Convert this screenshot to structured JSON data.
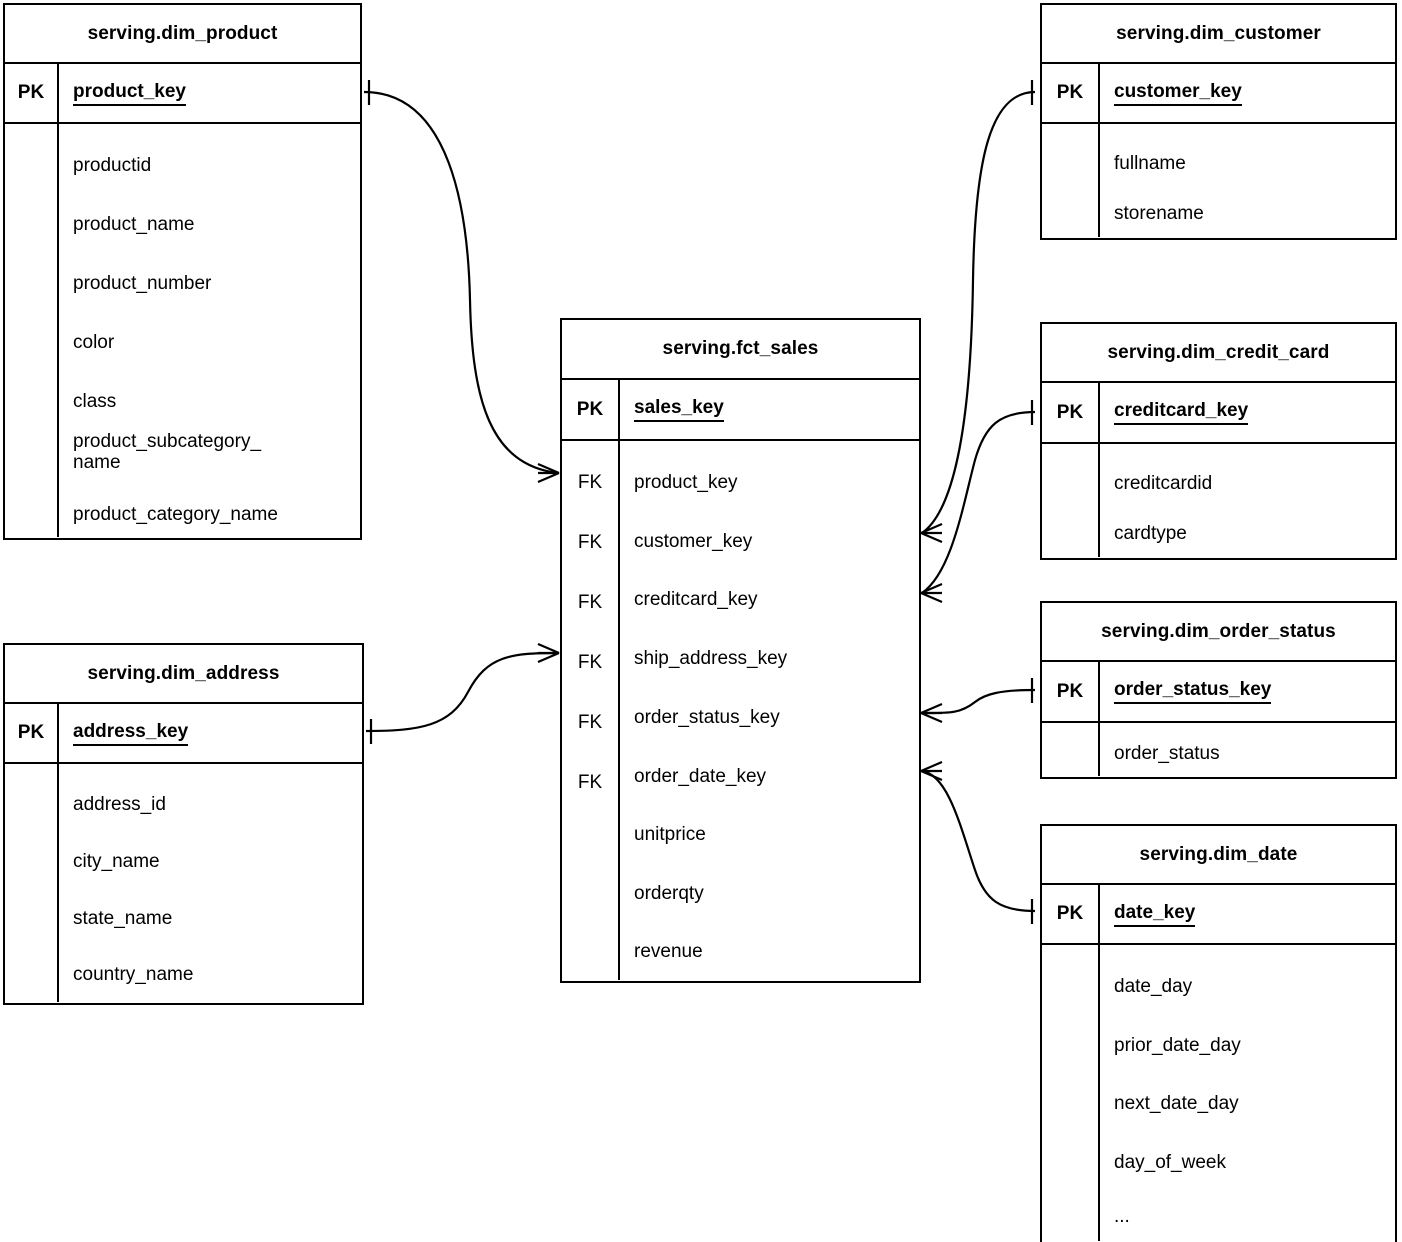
{
  "diagram": {
    "type": "entity-relationship-diagram",
    "notation": "crow-foot",
    "background": "#ffffff",
    "line_color": "#000000"
  },
  "entities": {
    "dim_product": {
      "title": "serving.dim_product",
      "pk_label": "PK",
      "pk_field": "product_key",
      "attributes": [
        "productid",
        "product_name",
        "product_number",
        "color",
        "class",
        "product_subcategory_\nname",
        "product_category_name"
      ]
    },
    "dim_address": {
      "title": "serving.dim_address",
      "pk_label": "PK",
      "pk_field": "address_key",
      "attributes": [
        "address_id",
        "city_name",
        "state_name",
        "country_name"
      ]
    },
    "fct_sales": {
      "title": "serving.fct_sales",
      "pk_label": "PK",
      "pk_field": "sales_key",
      "fk_label": "FK",
      "rows": [
        {
          "key": "FK",
          "field": "product_key"
        },
        {
          "key": "FK",
          "field": "customer_key"
        },
        {
          "key": "FK",
          "field": "creditcard_key"
        },
        {
          "key": "FK",
          "field": "ship_address_key"
        },
        {
          "key": "FK",
          "field": "order_status_key"
        },
        {
          "key": "FK",
          "field": "order_date_key"
        },
        {
          "key": "",
          "field": "unitprice"
        },
        {
          "key": "",
          "field": "orderqty"
        },
        {
          "key": "",
          "field": "revenue"
        }
      ]
    },
    "dim_customer": {
      "title": "serving.dim_customer",
      "pk_label": "PK",
      "pk_field": "customer_key",
      "attributes": [
        "fullname",
        "storename"
      ]
    },
    "dim_credit_card": {
      "title": "serving.dim_credit_card",
      "pk_label": "PK",
      "pk_field": "creditcard_key",
      "attributes": [
        "creditcardid",
        "cardtype"
      ]
    },
    "dim_order_status": {
      "title": "serving.dim_order_status",
      "pk_label": "PK",
      "pk_field": "order_status_key",
      "attributes": [
        "order_status"
      ]
    },
    "dim_date": {
      "title": "serving.dim_date",
      "pk_label": "PK",
      "pk_field": "date_key",
      "attributes": [
        "date_day",
        "prior_date_day",
        "next_date_day",
        "day_of_week",
        "..."
      ]
    }
  },
  "relationships": [
    {
      "from": "dim_product.product_key",
      "to": "fct_sales.product_key",
      "from_cardinality": "one",
      "to_cardinality": "many"
    },
    {
      "from": "dim_address.address_key",
      "to": "fct_sales.ship_address_key",
      "from_cardinality": "one",
      "to_cardinality": "many"
    },
    {
      "from": "dim_customer.customer_key",
      "to": "fct_sales.customer_key",
      "from_cardinality": "one",
      "to_cardinality": "many"
    },
    {
      "from": "dim_credit_card.creditcard_key",
      "to": "fct_sales.creditcard_key",
      "from_cardinality": "one",
      "to_cardinality": "many"
    },
    {
      "from": "dim_order_status.order_status_key",
      "to": "fct_sales.order_status_key",
      "from_cardinality": "one",
      "to_cardinality": "many"
    },
    {
      "from": "dim_date.date_key",
      "to": "fct_sales.order_date_key",
      "from_cardinality": "one",
      "to_cardinality": "many"
    }
  ]
}
